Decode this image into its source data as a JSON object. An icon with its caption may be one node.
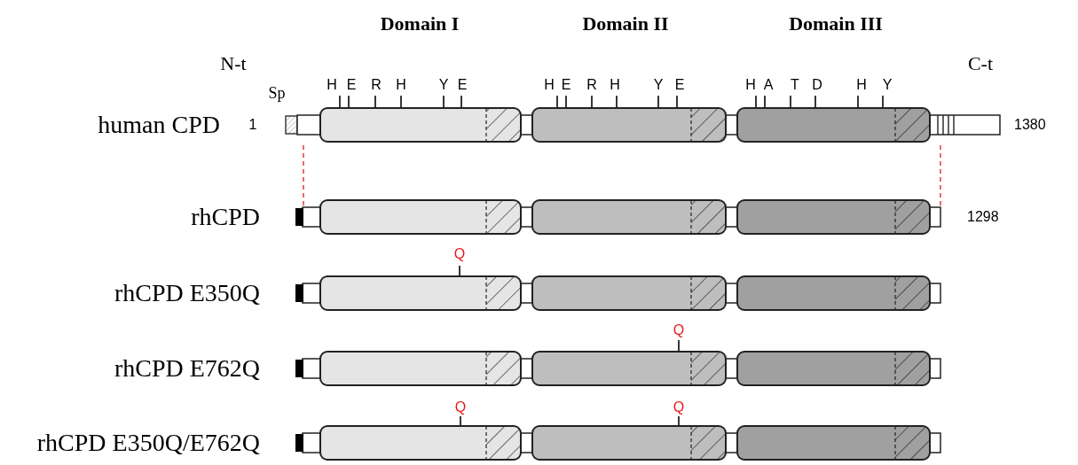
{
  "diagram": {
    "labels": [
      "Domain I",
      "Domain II",
      "Domain III",
      "N-t",
      "C-t",
      "Sp",
      "H",
      "E",
      "R",
      "H",
      "Y",
      "E",
      "H",
      "E",
      "R",
      "H",
      "Y",
      "E",
      "H",
      "A",
      "T",
      "D",
      "H",
      "Y",
      "human CPD",
      "1",
      "1380",
      "rhCPD",
      "1298",
      "Q",
      "rhCPD E350Q",
      "Q",
      "rhCPD E762Q",
      "Q",
      "Q",
      "rhCPD E350Q/E762Q"
    ]
  }
}
